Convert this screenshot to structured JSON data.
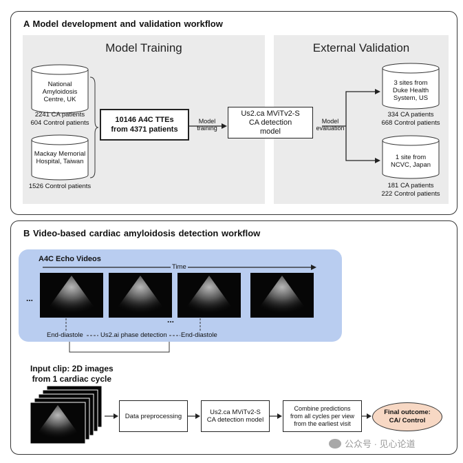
{
  "panel_a": {
    "header": "A  Model development and validation workflow",
    "training": {
      "title": "Model Training",
      "site1": "National Amyloidosis Centre, UK",
      "site1_counts": [
        "2241 CA patients",
        "604 Control patients"
      ],
      "site2": "Mackay Memorial Hospital, Taiwan",
      "site2_counts": [
        "1526 Control patients"
      ],
      "dataset_box": [
        "10146 A4C TTEs",
        "from 4371 patients"
      ],
      "arrow_label": [
        "Model",
        "training"
      ],
      "model_box": [
        "Us2.ca MViTv2-S",
        "CA detection",
        "model"
      ]
    },
    "validation": {
      "title": "External Validation",
      "arrow_label": [
        "Model",
        "evaluation"
      ],
      "site1": "3 sites from Duke Health System, US",
      "site1_counts": [
        "334 CA patients",
        "668 Control patients"
      ],
      "site2": "1 site from NCVC, Japan",
      "site2_counts": [
        "181 CA patients",
        "222 Control patients"
      ]
    }
  },
  "panel_b": {
    "header": "B  Video-based cardiac amyloidosis detection workflow",
    "videos_title": "A4C Echo Videos",
    "time_label": "Time",
    "ellipsis": "...",
    "end_diastole_1": "End-diastole",
    "phase_detection": "Us2.ai phase detection",
    "end_diastole_2": "End-diastole",
    "input_clip": [
      "Input clip: 2D images",
      "from 1 cardiac cycle"
    ],
    "steps": [
      [
        "Data preprocessing"
      ],
      [
        "Us2.ca MViTv2-S",
        "CA detection model"
      ],
      [
        "Combine predictions",
        "from all cycles per view",
        "from the earliest visit"
      ]
    ],
    "final": [
      "Final outcome:",
      "CA/ Control"
    ]
  },
  "watermark": "公众号 · 见心论道",
  "colors": {
    "panel_gray": "#ebebeb",
    "video_bg": "#b9cdf0",
    "final_fill": "#f7d8c4",
    "final_border": "#333333"
  }
}
